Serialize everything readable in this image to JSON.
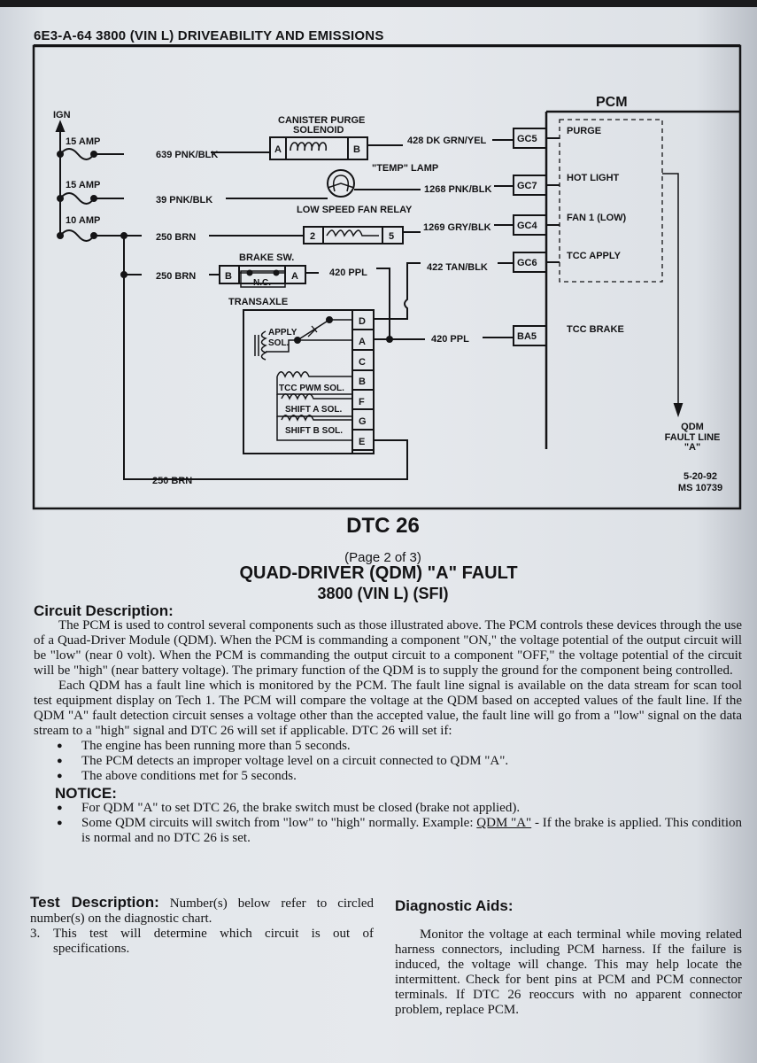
{
  "header": {
    "title": "6E3-A-64 3800 (VIN L) DRIVEABILITY AND EMISSIONS"
  },
  "diagram": {
    "ign": "IGN",
    "fuse1": "15 AMP",
    "fuse2": "15 AMP",
    "fuse3": "10 AMP",
    "wire_639": "639 PNK/BLK",
    "wire_39": "39 PNK/BLK",
    "wire_250a": "250 BRN",
    "wire_250b": "250 BRN",
    "wire_250c": "250 BRN",
    "canister_l1": "CANISTER PURGE",
    "canister_l2": "SOLENOID",
    "term_a": "A",
    "term_b": "B",
    "wire_428": "428 DK GRN/YEL",
    "temp_lamp": "\"TEMP\" LAMP",
    "wire_1268": "1268 PNK/BLK",
    "fan_relay": "LOW SPEED FAN RELAY",
    "relay_2": "2",
    "relay_5": "5",
    "wire_1269": "1269 GRY/BLK",
    "brake_sw": "BRAKE SW.",
    "brake_b": "B",
    "brake_nc": "N.C.",
    "brake_a": "A",
    "wire_420a": "420 PPL",
    "wire_422": "422 TAN/BLK",
    "transaxle": "TRANSAXLE",
    "apply_sol_1": "APPLY",
    "apply_sol_2": "SOL.",
    "pins": [
      "D",
      "A",
      "C",
      "B",
      "F",
      "G",
      "E"
    ],
    "tcc_pwm": "TCC PWM SOL.",
    "shift_a": "SHIFT A SOL.",
    "shift_b": "SHIFT B SOL.",
    "wire_420b": "420 PPL",
    "pcm": "PCM",
    "pcm_pins": [
      "GC5",
      "GC7",
      "GC4",
      "GC6",
      "BA5"
    ],
    "pcm_labels": [
      "PURGE",
      "HOT LIGHT",
      "FAN 1 (LOW)",
      "TCC APPLY",
      "TCC BRAKE"
    ],
    "fault_1": "QDM",
    "fault_2": "FAULT LINE",
    "fault_3": "\"A\"",
    "date": "5-20-92",
    "ms": "MS 10739"
  },
  "titles": {
    "dtc": "DTC 26",
    "page": "(Page 2 of 3)",
    "fault": "QUAD-DRIVER (QDM) \"A\" FAULT",
    "engine": "3800 (VIN L) (SFI)"
  },
  "circuit": {
    "heading": "Circuit Description:",
    "p1": "The PCM is used to control several components such as those illustrated above. The PCM controls these devices through the use of a Quad-Driver Module (QDM). When the PCM is commanding a component \"ON,\" the voltage potential of the output circuit will be \"low\" (near 0 volt). When the PCM is commanding the output circuit to a component \"OFF,\" the voltage potential of the circuit will be \"high\" (near battery voltage). The primary function of the QDM is to supply the ground for the component being controlled.",
    "p2": "Each QDM has a fault line which is monitored by the PCM. The fault line signal is available on the data stream for scan tool test equipment display on Tech 1. The PCM will compare the voltage at the QDM based on accepted values of the fault line. If the QDM \"A\" fault detection circuit senses a voltage other than the accepted value, the fault line will go from a \"low\" signal on the data stream to a \"high\" signal and DTC 26 will set if applicable. DTC 26 will set if:",
    "bullets": [
      "The engine has been running more than 5 seconds.",
      "The PCM detects an improper voltage level on a circuit connected to QDM \"A\".",
      "The above conditions met for 5 seconds."
    ]
  },
  "notice": {
    "heading": "NOTICE:",
    "b1": "For QDM \"A\" to set DTC 26, the brake switch must be closed (brake not applied).",
    "b2_pre": "Some QDM circuits will switch from \"low\" to \"high\" normally. Example: ",
    "b2_link": "QDM \"A\"",
    "b2_post": " - If the brake is applied. This condition is normal and no DTC 26 is set."
  },
  "test": {
    "heading": "Test Description:",
    "intro": "Number(s) below refer to circled number(s) on the diagnostic chart.",
    "item_num": "3.",
    "item": "This test will determine which circuit is out of specifications."
  },
  "aids": {
    "heading": "Diagnostic Aids:",
    "p": "Monitor the voltage at each terminal while moving related harness connectors, including PCM harness. If the failure is induced, the voltage will change. This may help locate the intermittent. Check for bent pins at PCM and PCM connector terminals. If DTC 26 reoccurs with no apparent connector problem, replace PCM."
  }
}
